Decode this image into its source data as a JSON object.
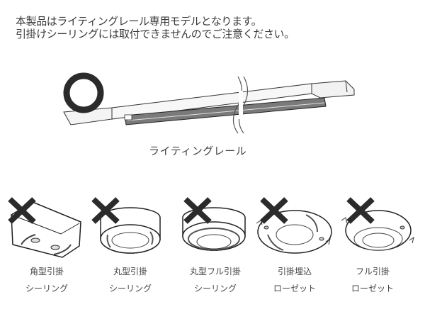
{
  "notice": {
    "line1": "本製品はライティングレール専用モデルとなります。",
    "line2": "引掛けシーリングには取付できませんのでご注意ください。"
  },
  "compatible": {
    "mark": "○",
    "label": "ライティングレール"
  },
  "incompatible_mark": "×",
  "fixtures": [
    {
      "id": "square",
      "line1": "角型引掛",
      "line2": "シーリング"
    },
    {
      "id": "round",
      "line1": "丸型引掛",
      "line2": "シーリング"
    },
    {
      "id": "round-full",
      "line1": "丸型フル引掛",
      "line2": "シーリング"
    },
    {
      "id": "embedded",
      "line1": "引掛埋込",
      "line2": "ローゼット"
    },
    {
      "id": "full-rosette",
      "line1": "フル引掛",
      "line2": "ローゼット"
    }
  ],
  "colors": {
    "mark": "#2b2b2b",
    "text": "#444444",
    "line": "#222222"
  }
}
